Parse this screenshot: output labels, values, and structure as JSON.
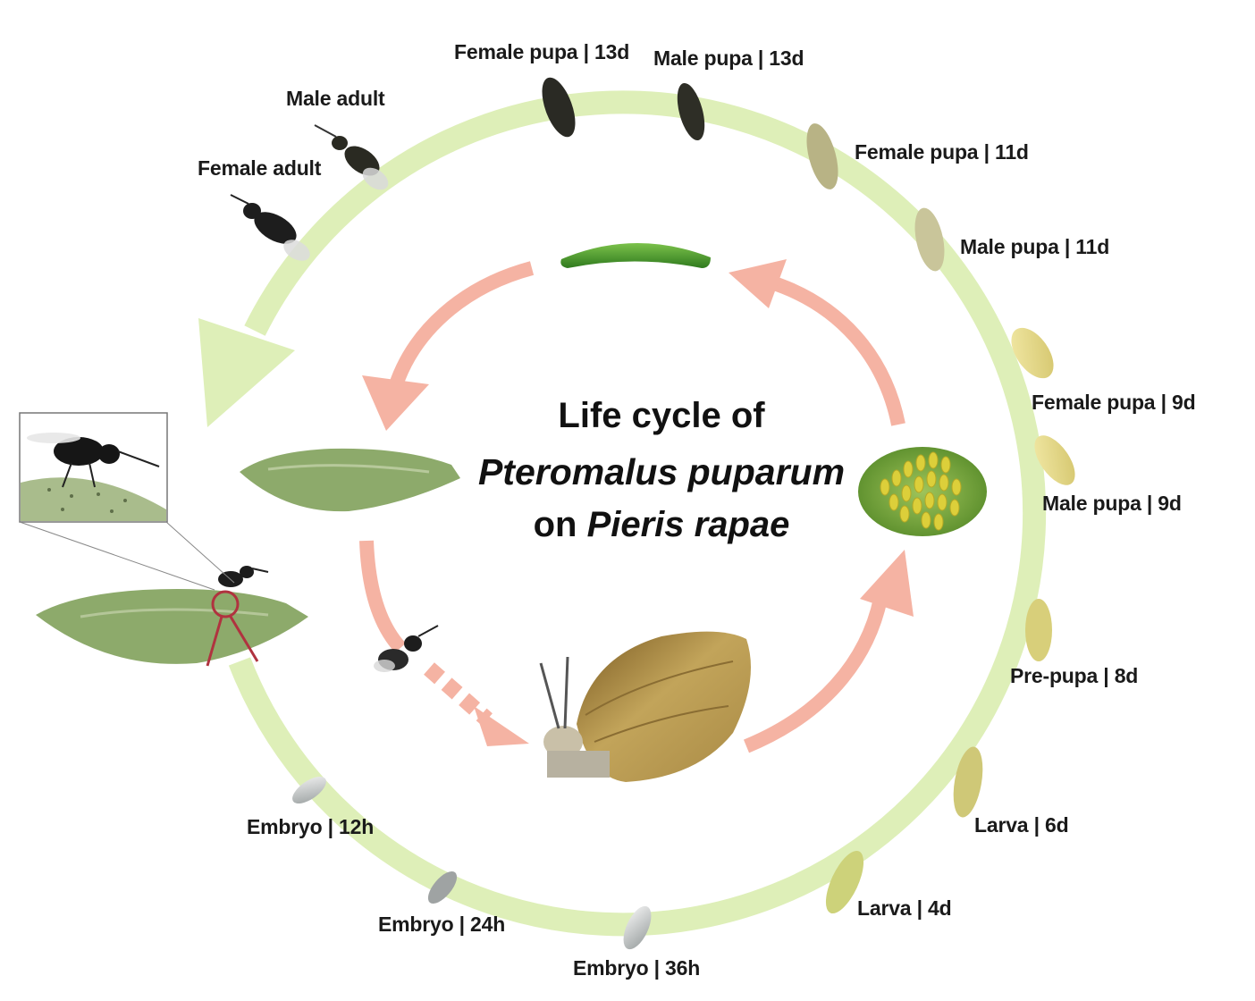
{
  "title": {
    "line1": "Life cycle of",
    "line2": "Pteromalus puparum",
    "line3_prefix": "on ",
    "line3_species": "Pieris rapae"
  },
  "stages": [
    {
      "id": "female-pupa-13d",
      "label": "Female pupa | 13d"
    },
    {
      "id": "male-pupa-13d",
      "label": "Male pupa | 13d"
    },
    {
      "id": "female-pupa-11d",
      "label": "Female pupa | 11d"
    },
    {
      "id": "male-pupa-11d",
      "label": "Male pupa | 11d"
    },
    {
      "id": "female-pupa-9d",
      "label": "Female pupa | 9d"
    },
    {
      "id": "male-pupa-9d",
      "label": "Male pupa | 9d"
    },
    {
      "id": "pre-pupa-8d",
      "label": "Pre-pupa | 8d"
    },
    {
      "id": "larva-6d",
      "label": "Larva | 6d"
    },
    {
      "id": "larva-4d",
      "label": "Larva | 4d"
    },
    {
      "id": "embryo-36h",
      "label": "Embryo | 36h"
    },
    {
      "id": "embryo-24h",
      "label": "Embryo | 24h"
    },
    {
      "id": "embryo-12h",
      "label": "Embryo | 12h"
    },
    {
      "id": "male-adult",
      "label": "Male adult"
    },
    {
      "id": "female-adult",
      "label": "Female adult"
    }
  ],
  "colors": {
    "outer_ring": "#deefb8",
    "inner_arrows": "#f5b3a3",
    "host_pupa": "#8daa6b",
    "caterpillar": "#4f9a2e",
    "eggs": "#dccf3a",
    "butterfly_wing": "#b89a4e",
    "wasp": "#1d1d1d",
    "marker": "#b0333f"
  },
  "icons": [
    "wasp-icon",
    "host-pupa-icon",
    "caterpillar-icon",
    "egg-cluster-icon",
    "butterfly-icon",
    "parasitoid-pupa-icon",
    "embryo-icon"
  ]
}
